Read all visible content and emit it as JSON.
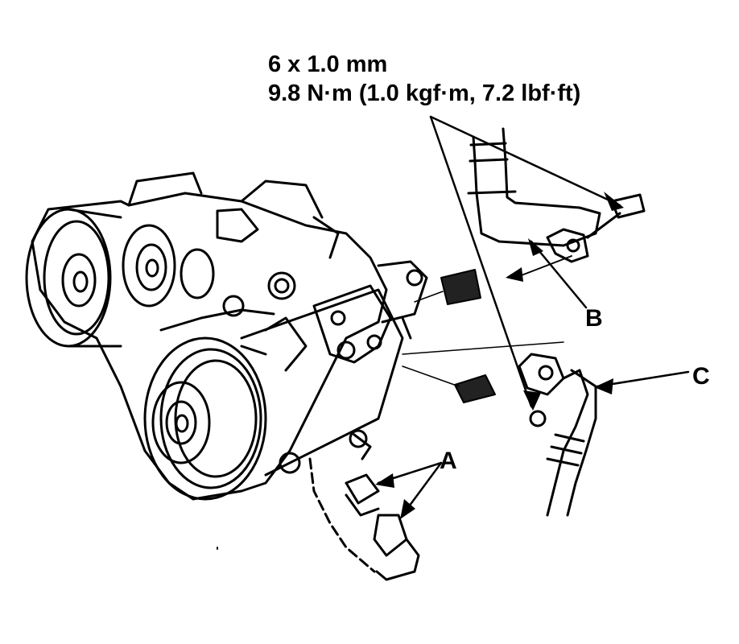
{
  "spec": {
    "bolt_size": "6 x 1.0 mm",
    "torque": "9.8 N·m (1.0 kgf·m, 7.2 lbf·ft)"
  },
  "callouts": {
    "a": "A",
    "b": "B",
    "c": "C"
  }
}
